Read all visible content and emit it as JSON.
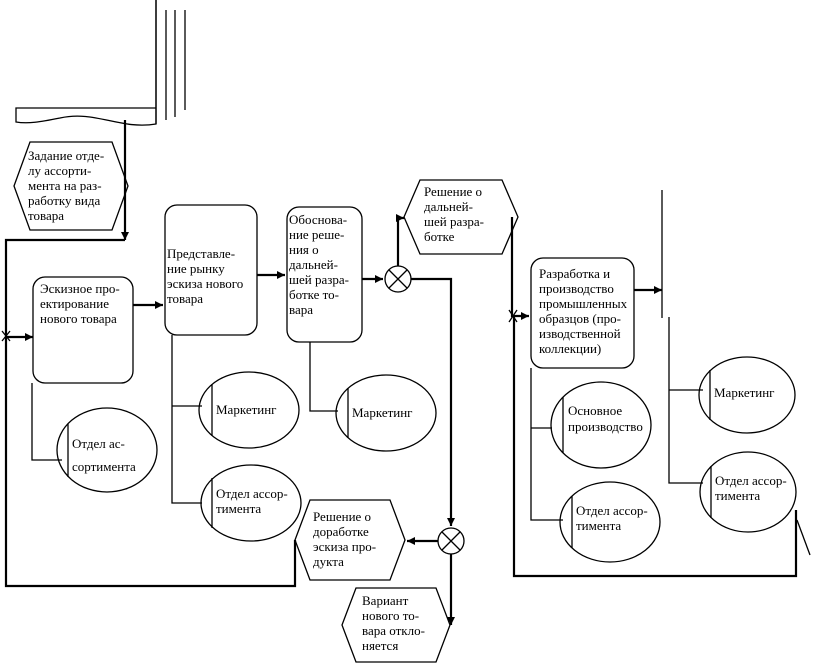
{
  "nodes": {
    "task": [
      "Задание отде-",
      "лу ассорти-",
      "мента на раз-",
      "работку вида",
      "товара"
    ],
    "sketch": [
      "Эскизное про-",
      "ектирование",
      "нового товара"
    ],
    "present": [
      "Представле-",
      "ние рынку",
      "эскиза нового",
      "товара"
    ],
    "justify": [
      "Обоснова-",
      "ние реше-",
      "ния о",
      "дальней-",
      "шей разра-",
      "ботке то-",
      "вара"
    ],
    "decision_further": [
      "Решение о",
      "дальней-",
      "шей разра-",
      "ботке"
    ],
    "production": [
      "Разработка и",
      "производство",
      "промышленных",
      "образцов (про-",
      "изводственной",
      "коллекции)"
    ],
    "decision_rework": [
      "Решение о",
      "доработке",
      "эскиза про-",
      "дукта"
    ],
    "rejected": [
      "Вариант",
      "нового то-",
      "вара откло-",
      "няется"
    ]
  },
  "performers": {
    "dept_assort_1": [
      "Отдел ас-",
      "сортимента"
    ],
    "marketing_1": [
      "Маркетинг"
    ],
    "dept_assort_2": [
      "Отдел ассор-",
      "тимента"
    ],
    "marketing_2": [
      "Маркетинг"
    ],
    "main_production": [
      "Основное",
      "производство"
    ],
    "dept_assort_3": [
      "Отдел ассор-",
      "тимента"
    ],
    "marketing_3": [
      "Маркетинг"
    ],
    "dept_assort_4": [
      "Отдел ассор-",
      "тимента"
    ]
  }
}
